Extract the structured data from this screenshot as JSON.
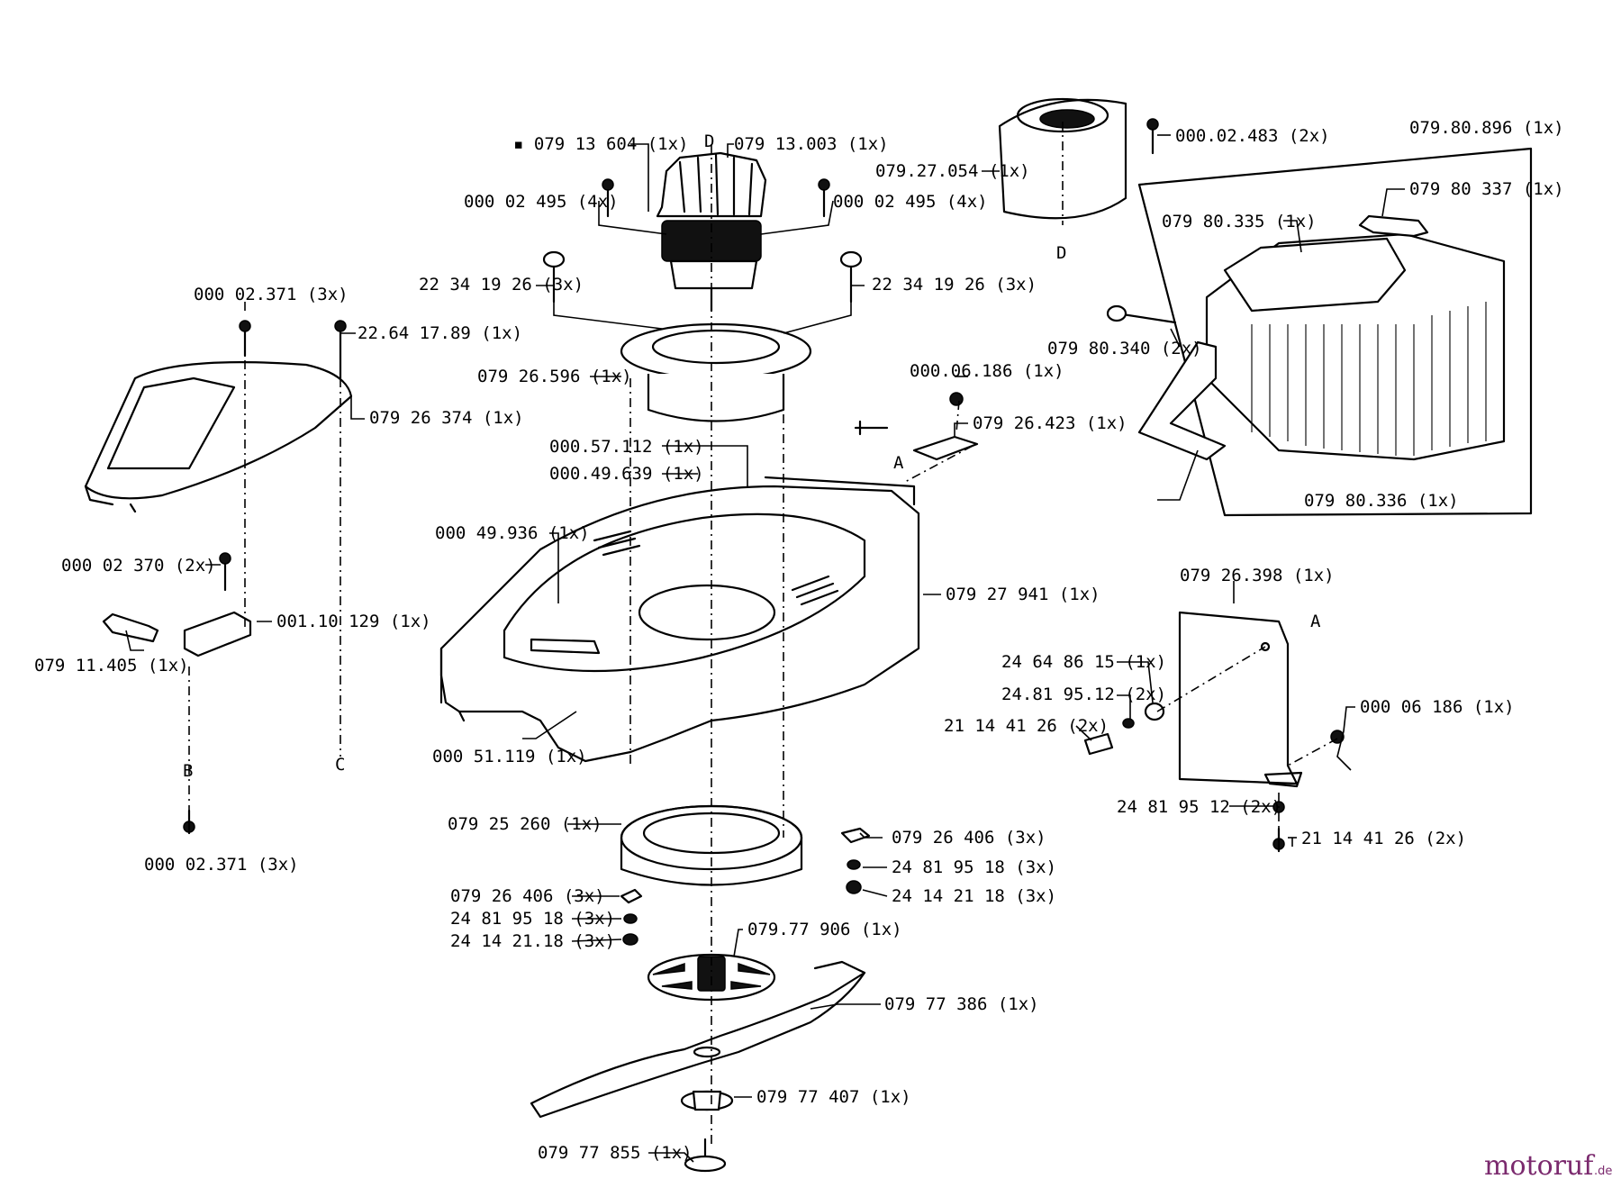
{
  "labels": {
    "motor_marked": "▪ 079 13 604  (1x)",
    "motor_d": "D",
    "motor": "079 13.003  (1x)",
    "screw_left": "000 02 495  (4x)",
    "screw_right": "000 02 495  (4x)",
    "bolt_left": "22 34 19 26  (3x)",
    "bolt_right": "22 34 19 26  (3x)",
    "motor_mount": "079 26.596  (1x)",
    "cover_screw": "000 02.371  (3x)",
    "cover_bolt": "22.64 17.89  (1x)",
    "cover": "079 26 374  (1x)",
    "clip": "000.57.112  (1x)",
    "clip2": "000.49.639  (1x)",
    "deck_label": "000 49.936  (1x)",
    "screw_small": "000 02 370  (2x)",
    "hinge": "001.10 129  (1x)",
    "axle_pin": "079 11.405  (1x)",
    "deck_bottom": "000 51.119  (1x)",
    "bottom_screw": "000 02.371  (3x)",
    "letter_b": "B",
    "letter_c": "C",
    "housing": "079 27 941  (1x)",
    "nut_top": "000.06.186  (1x)",
    "bracket": "079 26.423  (1x)",
    "letter_a": "A",
    "fan_hood": "079.27.054  (1x)",
    "hood_screw": "000.02.483  (2x)",
    "hood_d": "D",
    "grassbox": "079.80.896  (1x)",
    "grassbox_handle": "079 80 337  (1x)",
    "grassbox_lid": "079 80.335  (1x)",
    "grassbox_pin": "079 80.340  (2x)",
    "grassbox_bag": "079 80.336  (1x)",
    "flap": "079 26.398  (1x)",
    "flap_a": "A",
    "flap_washer1": "24 64 86 15  (1x)",
    "flap_washer2": "24.81 95.12  (2x)",
    "flap_screw": "21 14 41 26  (2x)",
    "flap_nut": "000 06 186  (1x)",
    "flap_washer3": "24 81 95 12  (2x)",
    "flap_screw2": "21 14 41 26  (2x)",
    "ring": "079 25 260  (1x)",
    "ring_washer_r": "079 26 406  (3x)",
    "ring_washer_r2": "24 81 95 18  (3x)",
    "ring_nut_r": "24 14 21 18  (3x)",
    "ring_washer_l": "079 26 406  (3x)",
    "ring_washer_l2": "24 81 95 18  (3x)",
    "ring_nut_l": "24 14 21.18  (3x)",
    "fan": "079.77 906  (1x)",
    "blade": "079 77 386  (1x)",
    "blade_hub": "079 77 407  (1x)",
    "blade_bolt": "079 77 855  (1x)"
  },
  "logo": {
    "brand": "motoruf",
    "tld": ".de"
  }
}
